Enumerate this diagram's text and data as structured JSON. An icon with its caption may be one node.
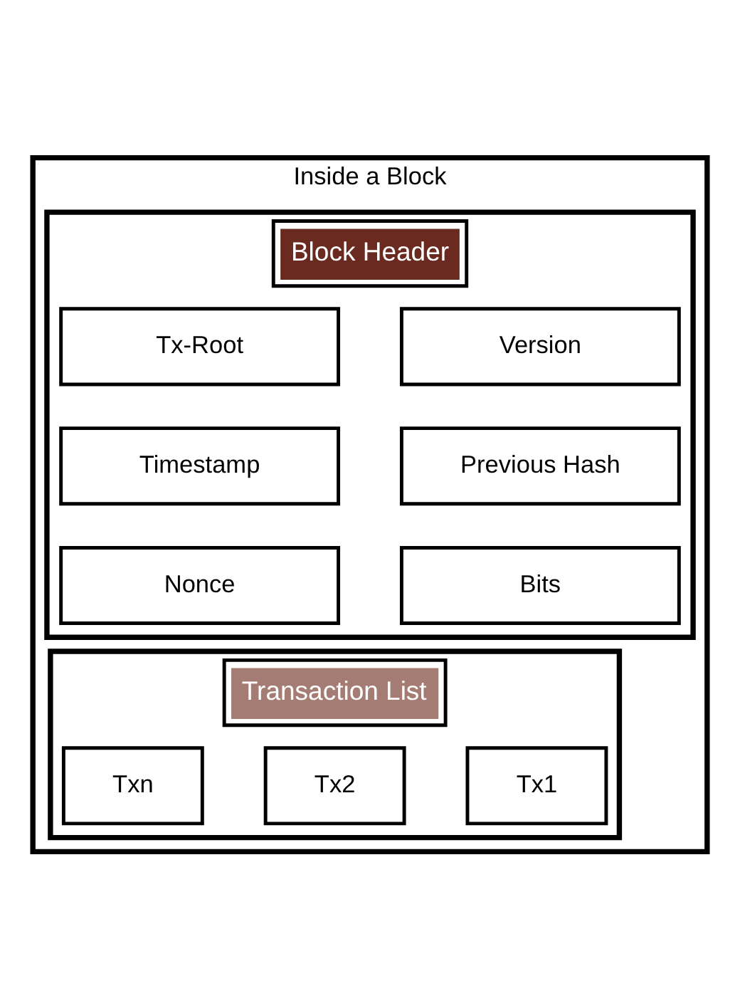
{
  "diagram": {
    "nodes": [
      {
        "text": [
          "Inside a Block"
        ]
      },
      {
        "text": [
          "Block Header"
        ],
        "in": 0
      },
      {
        "text": [
          "Version"
        ],
        "in": 1
      },
      {
        "text": [
          "Tx-Root"
        ],
        "in": 1
      },
      {
        "text": [
          "Previous Hash"
        ],
        "in": 1
      },
      {
        "text": [
          "Timestamp"
        ],
        "in": 1
      },
      {
        "text": [
          "Bits"
        ],
        "in": 1
      },
      {
        "text": [
          "Nonce"
        ],
        "in": 1
      },
      {
        "text": [
          "Transaction List"
        ],
        "in": 0
      },
      {
        "text": [
          "Tx1"
        ],
        "in": 8
      },
      {
        "text": [
          "Tx2"
        ],
        "in": 8
      },
      {
        "text": [
          "Txn"
        ],
        "in": 8
      }
    ],
    "edges": []
  }
}
